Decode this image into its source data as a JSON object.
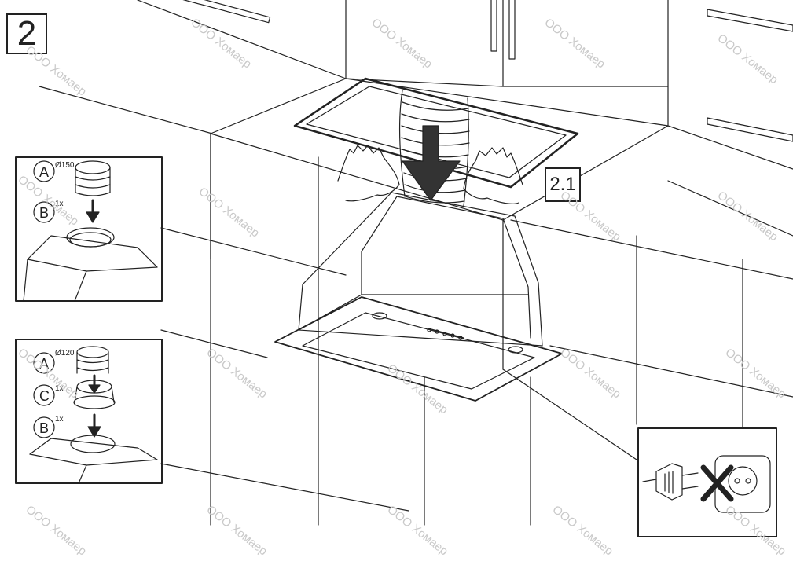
{
  "step_number": "2",
  "substep_label": "2.1",
  "watermark": "ООО Хомаер",
  "inset_150": {
    "part_a": "A",
    "part_a_diameter": "Ø150",
    "part_b": "B",
    "part_b_qty": "1x"
  },
  "inset_120": {
    "part_a": "A",
    "part_a_diameter": "Ø120",
    "part_c": "C",
    "part_c_qty": "1x",
    "part_b": "B",
    "part_b_qty": "1x"
  },
  "warning": {
    "plug_icon": "plug-icon",
    "socket_icon": "socket-icon",
    "cross_icon": "cross-icon"
  }
}
